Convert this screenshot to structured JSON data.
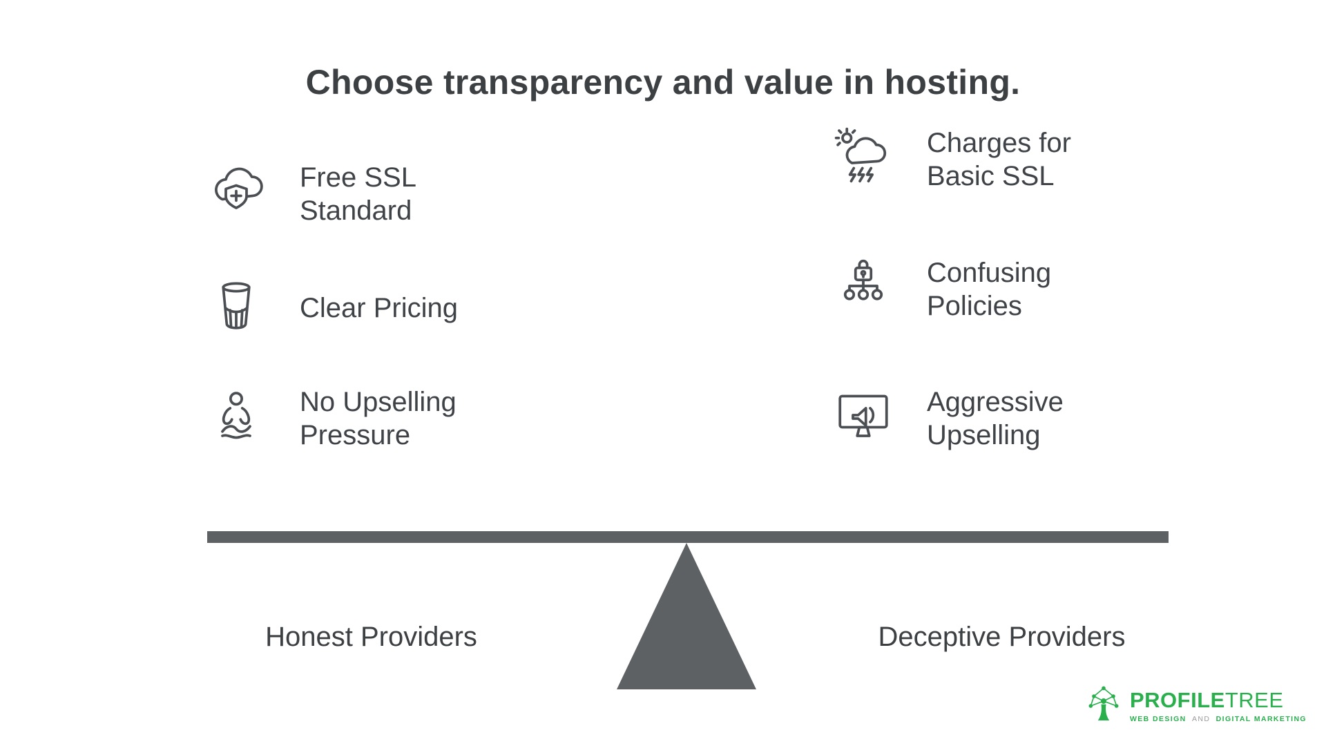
{
  "title": "Choose transparency and value in hosting.",
  "left_column": {
    "label": "Honest Providers",
    "items": [
      {
        "icon": "ssl-shield-cloud-icon",
        "text": "Free SSL\nStandard"
      },
      {
        "icon": "glass-icon",
        "text": "Clear Pricing"
      },
      {
        "icon": "meditation-icon",
        "text": "No Upselling\nPressure"
      }
    ]
  },
  "right_column": {
    "label": "Deceptive Providers",
    "items": [
      {
        "icon": "storm-cloud-icon",
        "text": "Charges for\nBasic SSL"
      },
      {
        "icon": "lock-hierarchy-icon",
        "text": "Confusing\nPolicies"
      },
      {
        "icon": "monitor-megaphone-icon",
        "text": "Aggressive\nUpselling"
      }
    ]
  },
  "balance": {
    "left_label": "Honest Providers",
    "right_label": "Deceptive Providers"
  },
  "footer_logo": {
    "brand_primary": "PROFILE",
    "brand_secondary": "TREE",
    "tagline_part1": "WEB DESIGN",
    "tagline_part2": "AND",
    "tagline_part3": "DIGITAL MARKETING"
  },
  "colors": {
    "text": "#3c4043",
    "icon_stroke": "#4b4e52",
    "balance_gray": "#5d6164",
    "brand_green": "#29b04d"
  }
}
